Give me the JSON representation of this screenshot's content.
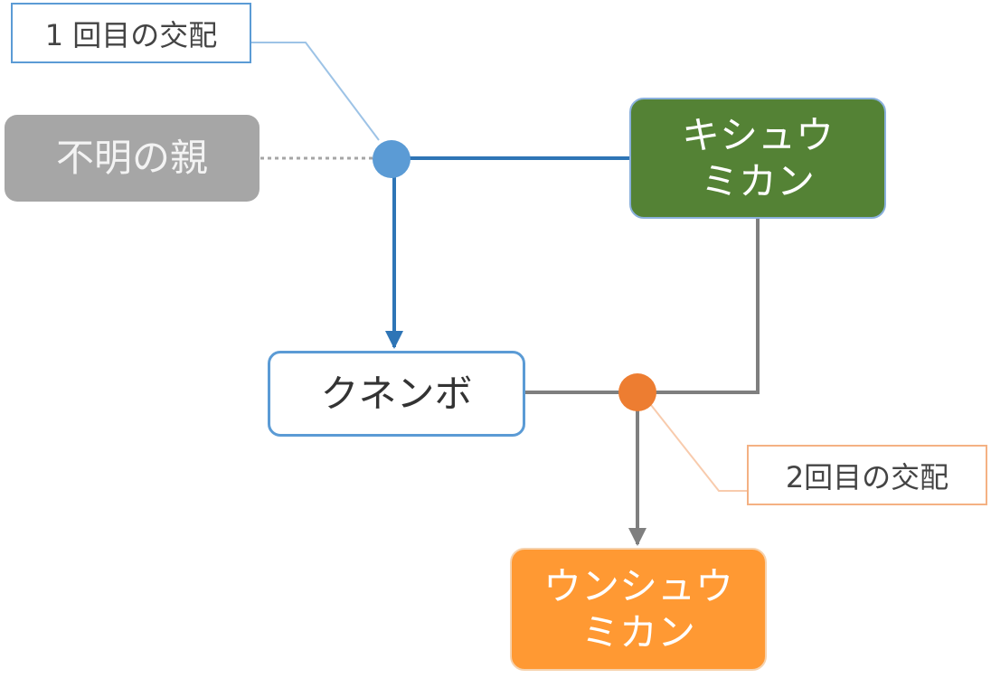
{
  "diagram": {
    "nodes": {
      "unknown_parent": {
        "label": "不明の親"
      },
      "kishu_mikan": {
        "line1": "キシュウ",
        "line2": "ミカン"
      },
      "kunenbo": {
        "label": "クネンボ"
      },
      "unshu_mikan": {
        "line1": "ウンシュウ",
        "line2": "ミカン"
      }
    },
    "callouts": {
      "first_cross": {
        "label": "1 回目の交配"
      },
      "second_cross": {
        "label": "2回目の交配"
      }
    }
  },
  "colors": {
    "unknown_parent_fill": "#a6a6a6",
    "kishu_mikan_fill": "#548235",
    "kunenbo_border": "#5b9bd5",
    "unshu_mikan_fill": "#ff9933",
    "first_cross_dot": "#5b9bd5",
    "second_cross_dot": "#ed7d31",
    "blue_line": "#2e75b6",
    "gray_line": "#7f7f7f"
  }
}
